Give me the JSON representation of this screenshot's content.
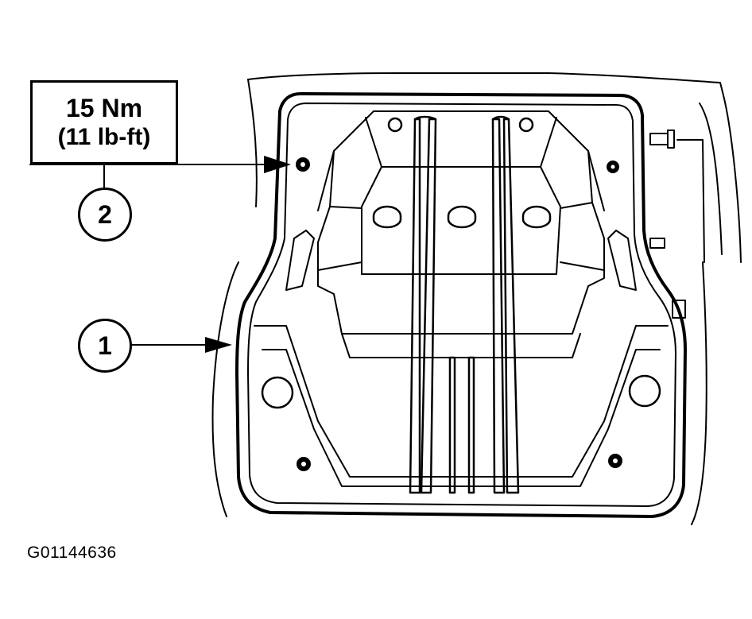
{
  "torque_spec": {
    "metric": "15 Nm",
    "imperial": "(11 lb-ft)"
  },
  "callouts": [
    {
      "number": "2",
      "target": "fastener"
    },
    {
      "number": "1",
      "target": "panel-edge"
    }
  ],
  "figure_id": "G01144636",
  "colors": {
    "line": "#000000",
    "background": "#ffffff"
  }
}
